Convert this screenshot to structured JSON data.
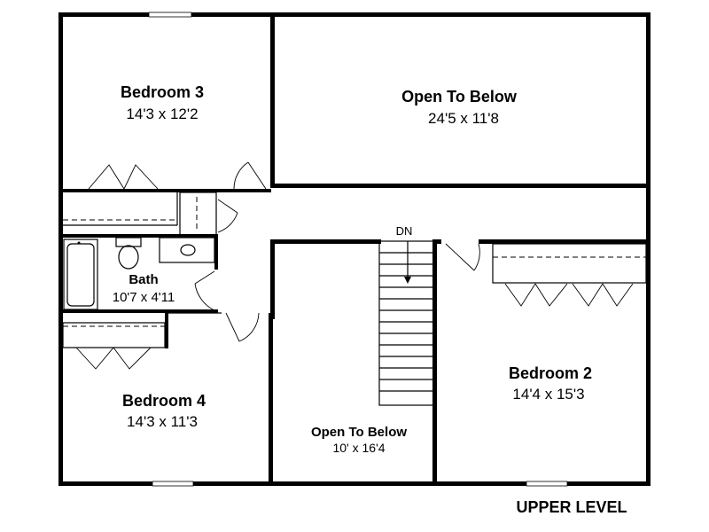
{
  "rooms": {
    "bedroom3": {
      "name": "Bedroom 3",
      "size": "14'3 x 12'2"
    },
    "open_top": {
      "name": "Open To Below",
      "size": "24'5 x 11'8"
    },
    "bath": {
      "name": "Bath",
      "size": "10'7 x 4'11"
    },
    "bedroom4": {
      "name": "Bedroom 4",
      "size": "14'3 x 11'3"
    },
    "open_bottom": {
      "name": "Open To Below",
      "size": "10' x 16'4"
    },
    "bedroom2": {
      "name": "Bedroom 2",
      "size": "14'4 x 15'3"
    }
  },
  "stair": {
    "label": "DN"
  },
  "caption": "UPPER LEVEL"
}
